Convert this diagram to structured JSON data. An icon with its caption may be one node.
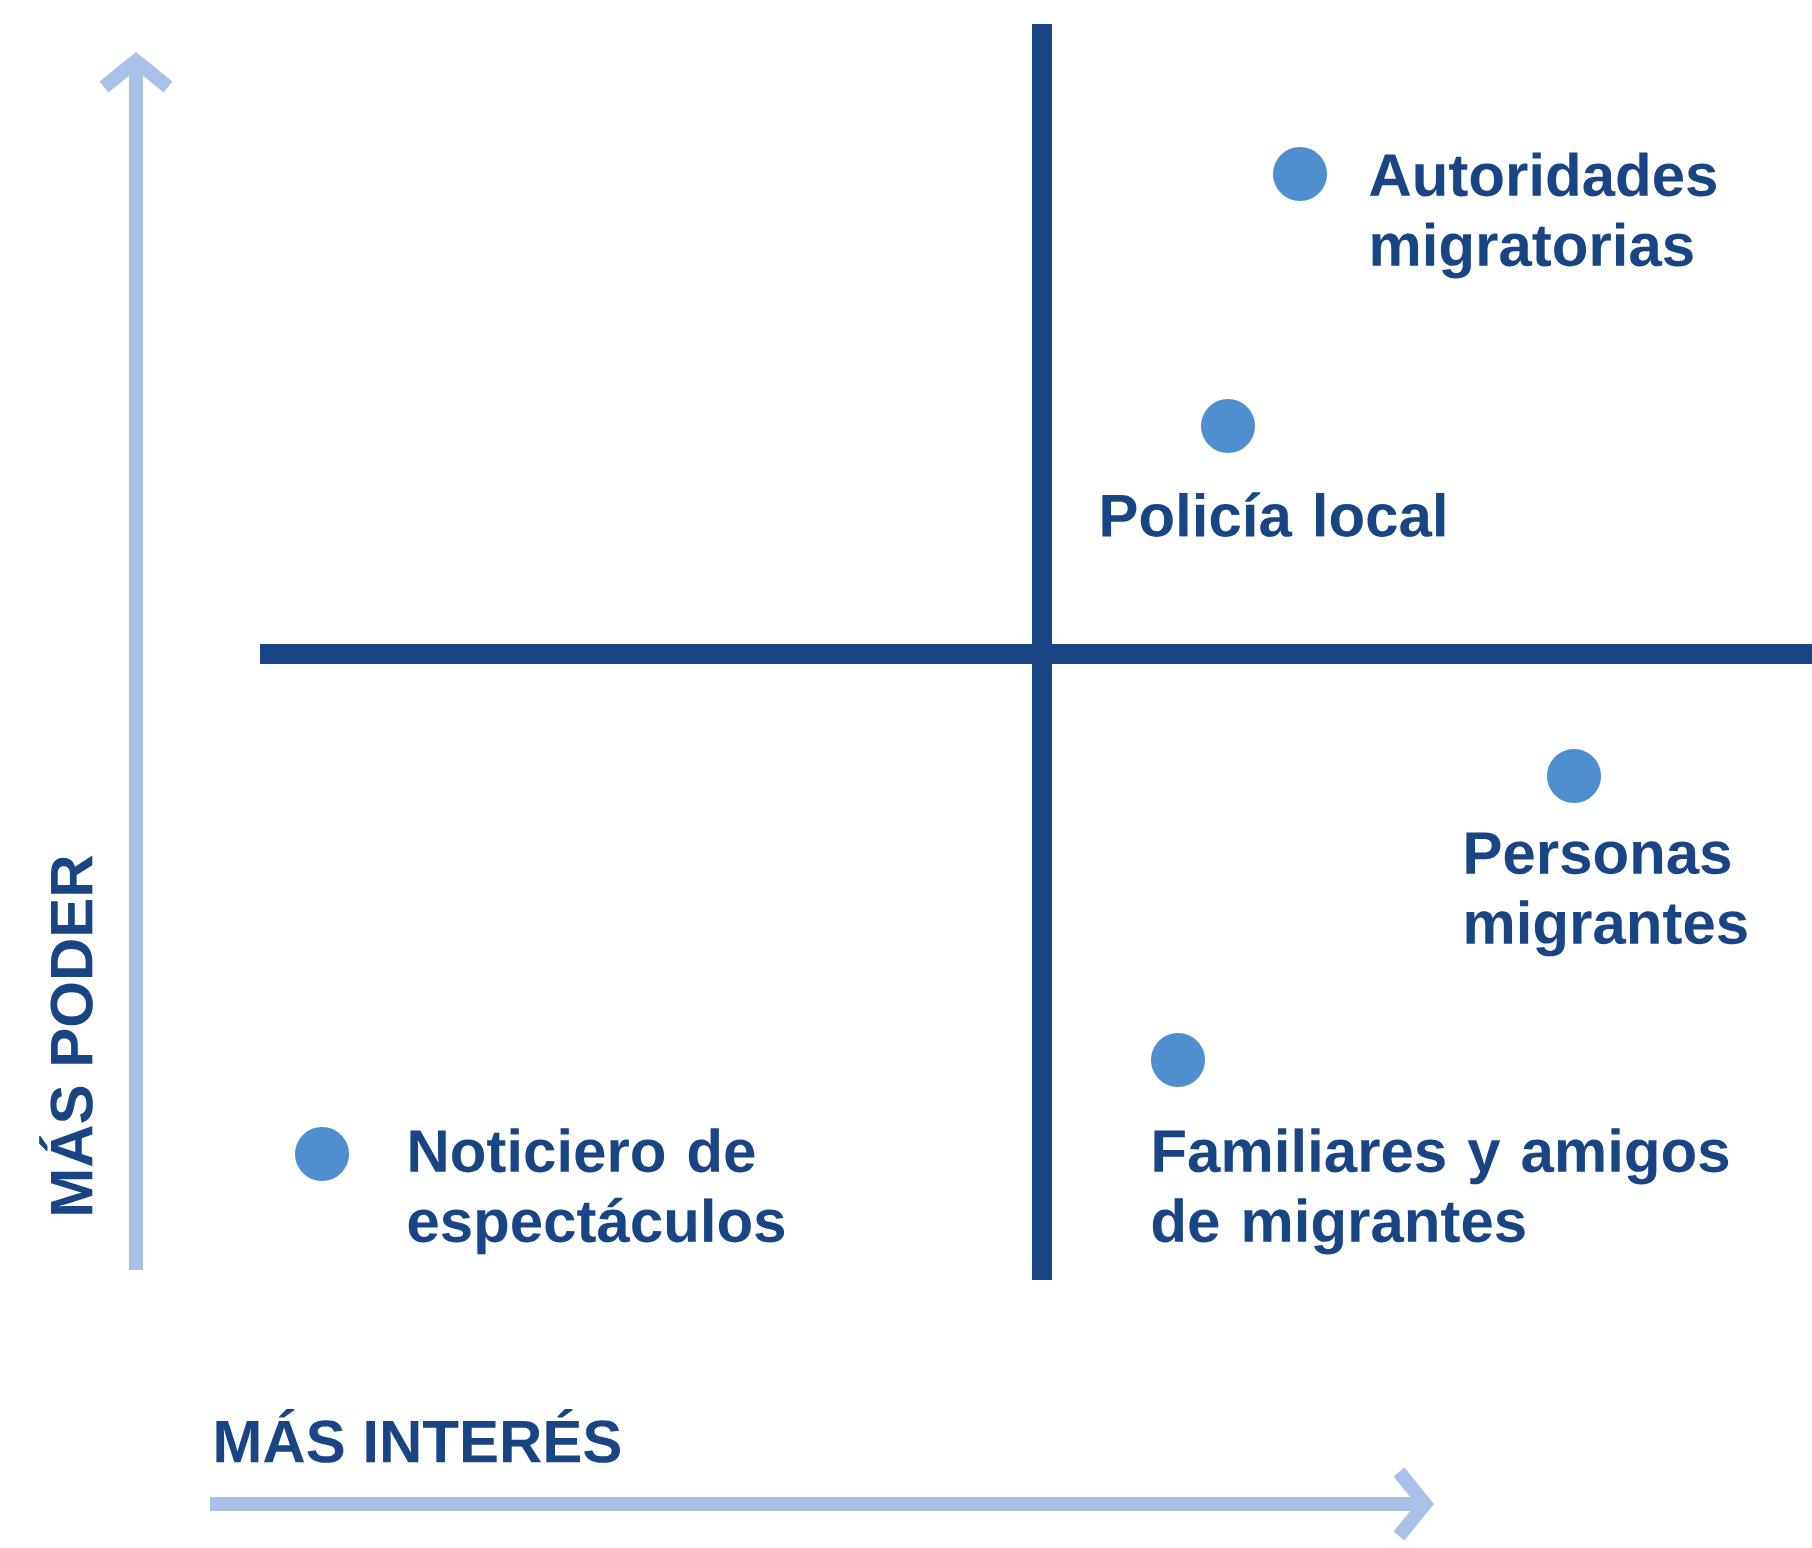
{
  "diagram": {
    "nodes": [
      {
        "text": [],
        "shape": "circle",
        "beside": [
          "Autoridades migratorias"
        ]
      },
      {
        "text": [],
        "shape": "circle",
        "beside": [
          "Policía local"
        ]
      },
      {
        "text": [],
        "shape": "circle",
        "beside": [
          "Personas migrantes"
        ]
      },
      {
        "text": [],
        "shape": "circle",
        "beside": [
          "Noticiero de espectáculos"
        ]
      },
      {
        "text": [],
        "shape": "circle",
        "beside": [
          "Familiares y amigos de migrantes"
        ]
      }
    ],
    "labels": [
      "MÁS PODER",
      "MÁS INTERÉS"
    ]
  }
}
